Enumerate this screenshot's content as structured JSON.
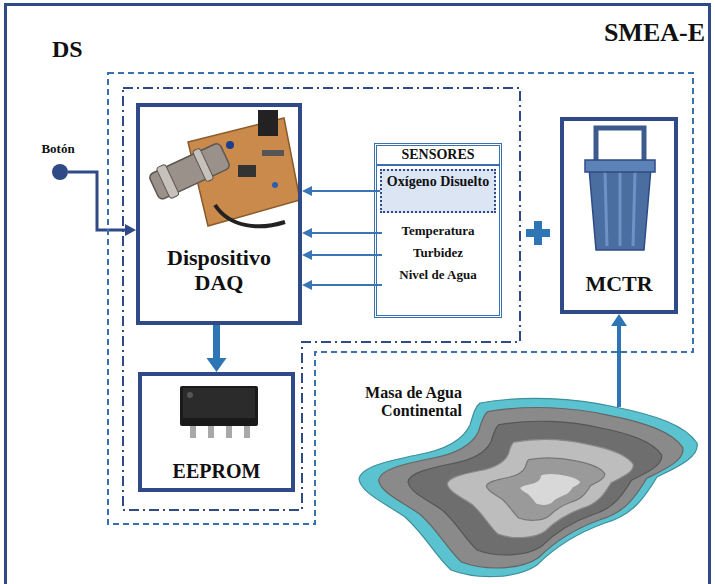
{
  "diagram": {
    "nodes": [
      {
        "text": [
          "SMEA-E"
        ]
      },
      {
        "text": [
          "DS"
        ],
        "in": 0
      },
      {
        "text": [
          "Dispositivo DAQ"
        ],
        "in": 1
      },
      {
        "text": [
          "SENSORES"
        ],
        "in": 1
      },
      {
        "text": [
          "Oxígeno Disuelto"
        ],
        "in": 3
      },
      {
        "text": [
          "Temperatura"
        ],
        "in": 3
      },
      {
        "text": [
          "Turbidez"
        ],
        "in": 3
      },
      {
        "text": [
          "Nivel de Agua"
        ],
        "in": 3
      },
      {
        "text": [
          "MCTR"
        ],
        "in": 1
      },
      {
        "text": [
          "EEPROM"
        ],
        "in": 1
      },
      {
        "text": [
          "Botón"
        ],
        "in": 0
      },
      {
        "text": [
          "Masa de Agua Continental"
        ],
        "in": 0
      }
    ],
    "edges": [
      {
        "from": 10,
        "to": 2,
        "arrow": "to"
      },
      {
        "from": 4,
        "to": 2,
        "arrow": "to"
      },
      {
        "from": 5,
        "to": 2,
        "arrow": "to"
      },
      {
        "from": 6,
        "to": 2,
        "arrow": "to"
      },
      {
        "from": 7,
        "to": 2,
        "arrow": "to"
      },
      {
        "from": 2,
        "to": 9,
        "arrow": "to"
      },
      {
        "from": 11,
        "to": 8,
        "arrow": "to"
      }
    ]
  }
}
